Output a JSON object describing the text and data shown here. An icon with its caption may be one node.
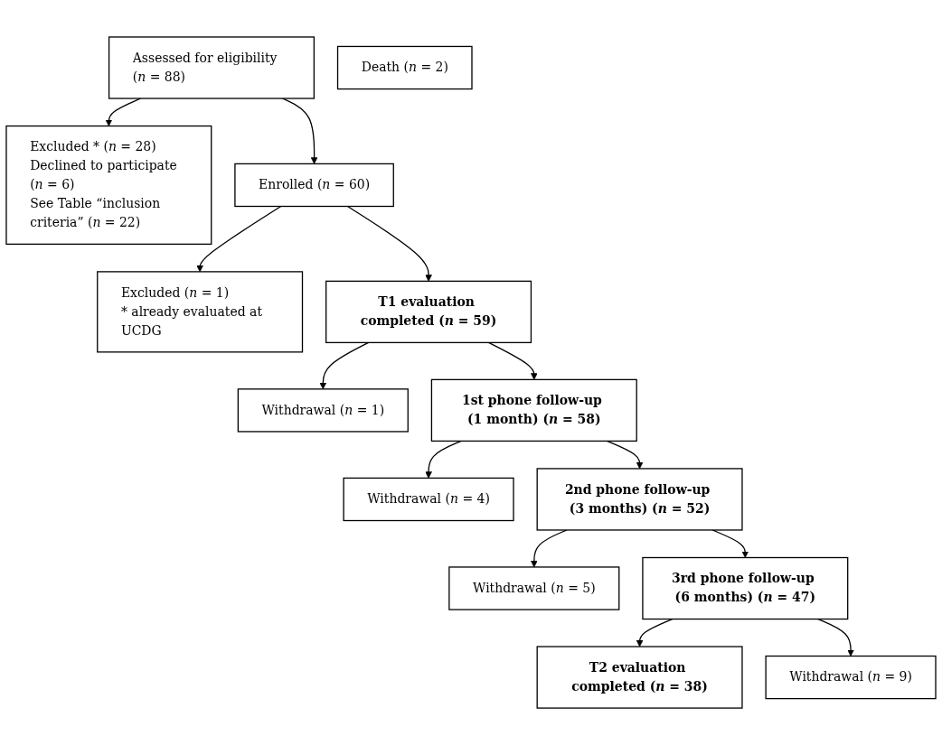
{
  "diagram": {
    "nodes": [
      {
        "text": [
          "Assessed for eligibility (*n* = 88)"
        ]
      },
      {
        "text": [
          "Excluded * (*n* = 28)",
          "Declined to participate (*n* = 6)",
          "See Table “inclusion criteria” (*n* = 22)"
        ]
      },
      {
        "text": [
          "Enrolled (*n* = 60)"
        ]
      },
      {
        "text": [
          "Excluded (*n* = 1)",
          "* already evaluated at UCDG"
        ]
      },
      {
        "text": [
          "T1 evaluation completed (*n* = 59)"
        ]
      },
      {
        "text": [
          "Withdrawal (*n* = 1)"
        ]
      },
      {
        "text": [
          "1st phone follow-up (1 month) (*n* = 58)"
        ]
      },
      {
        "text": [
          "Withdrawal (*n* = 4)"
        ]
      },
      {
        "text": [
          "Death (*n* = 2)"
        ]
      },
      {
        "text": [
          "2nd phone follow-up (3 months) (*n* = 52)"
        ]
      },
      {
        "text": [
          "Withdrawal (*n* = 5)"
        ]
      },
      {
        "text": [
          "3rd phone follow-up (6 months) (*n* = 47)"
        ]
      },
      {
        "text": [
          "Withdrawal (*n* = 9)"
        ]
      },
      {
        "text": [
          "T2 evaluation completed (*n* = 38)"
        ]
      }
    ],
    "edges": [
      {
        "from": 0,
        "to": 2,
        "arrow": "to"
      },
      {
        "from": 0,
        "to": 1,
        "arrow": "to"
      },
      {
        "from": 2,
        "to": 4,
        "arrow": "to"
      },
      {
        "from": 2,
        "to": 3,
        "arrow": "to"
      },
      {
        "from": 4,
        "to": 6,
        "arrow": "to"
      },
      {
        "from": 4,
        "to": 5,
        "arrow": "to"
      },
      {
        "from": 6,
        "to": 9,
        "arrow": "to"
      },
      {
        "from": 6,
        "to": 7,
        "arrow": "to"
      },
      {
        "from": 9,
        "to": 11,
        "arrow": "to"
      },
      {
        "from": 9,
        "to": 10,
        "arrow": "to"
      },
      {
        "from": 11,
        "to": 13,
        "arrow": "to"
      },
      {
        "from": 11,
        "to": 12,
        "arrow": "to"
      }
    ]
  }
}
